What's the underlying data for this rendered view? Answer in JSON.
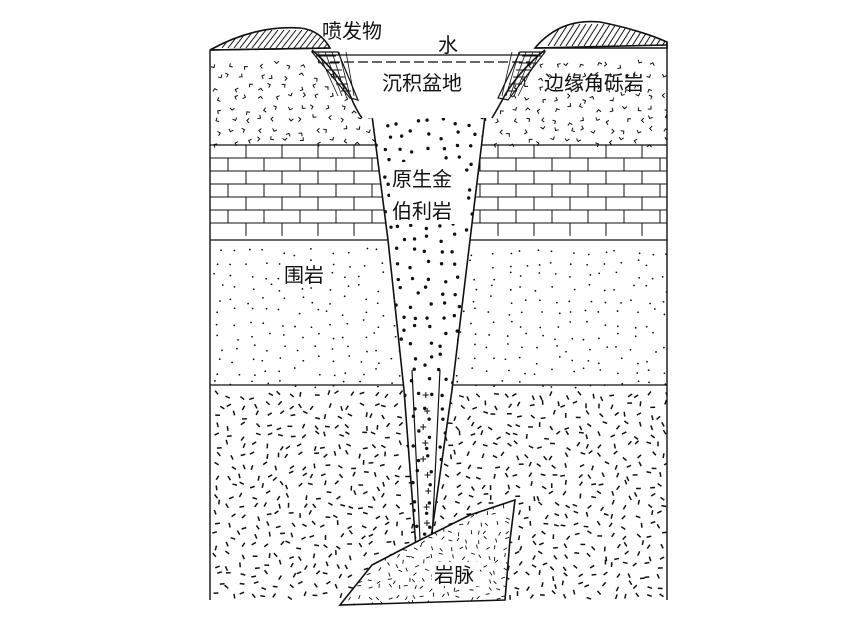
{
  "labels": {
    "ejecta": "喷发物",
    "water": "水",
    "sedimentary_basin": "沉积盆地",
    "marginal_breccia": "边缘角砾岩",
    "primary_kimberlite_line1": "原生金",
    "primary_kimberlite_line2": "伯利岩",
    "wall_rock": "围岩",
    "dike": "岩脉"
  },
  "colors": {
    "ink": "#111111",
    "background": "#ffffff"
  }
}
